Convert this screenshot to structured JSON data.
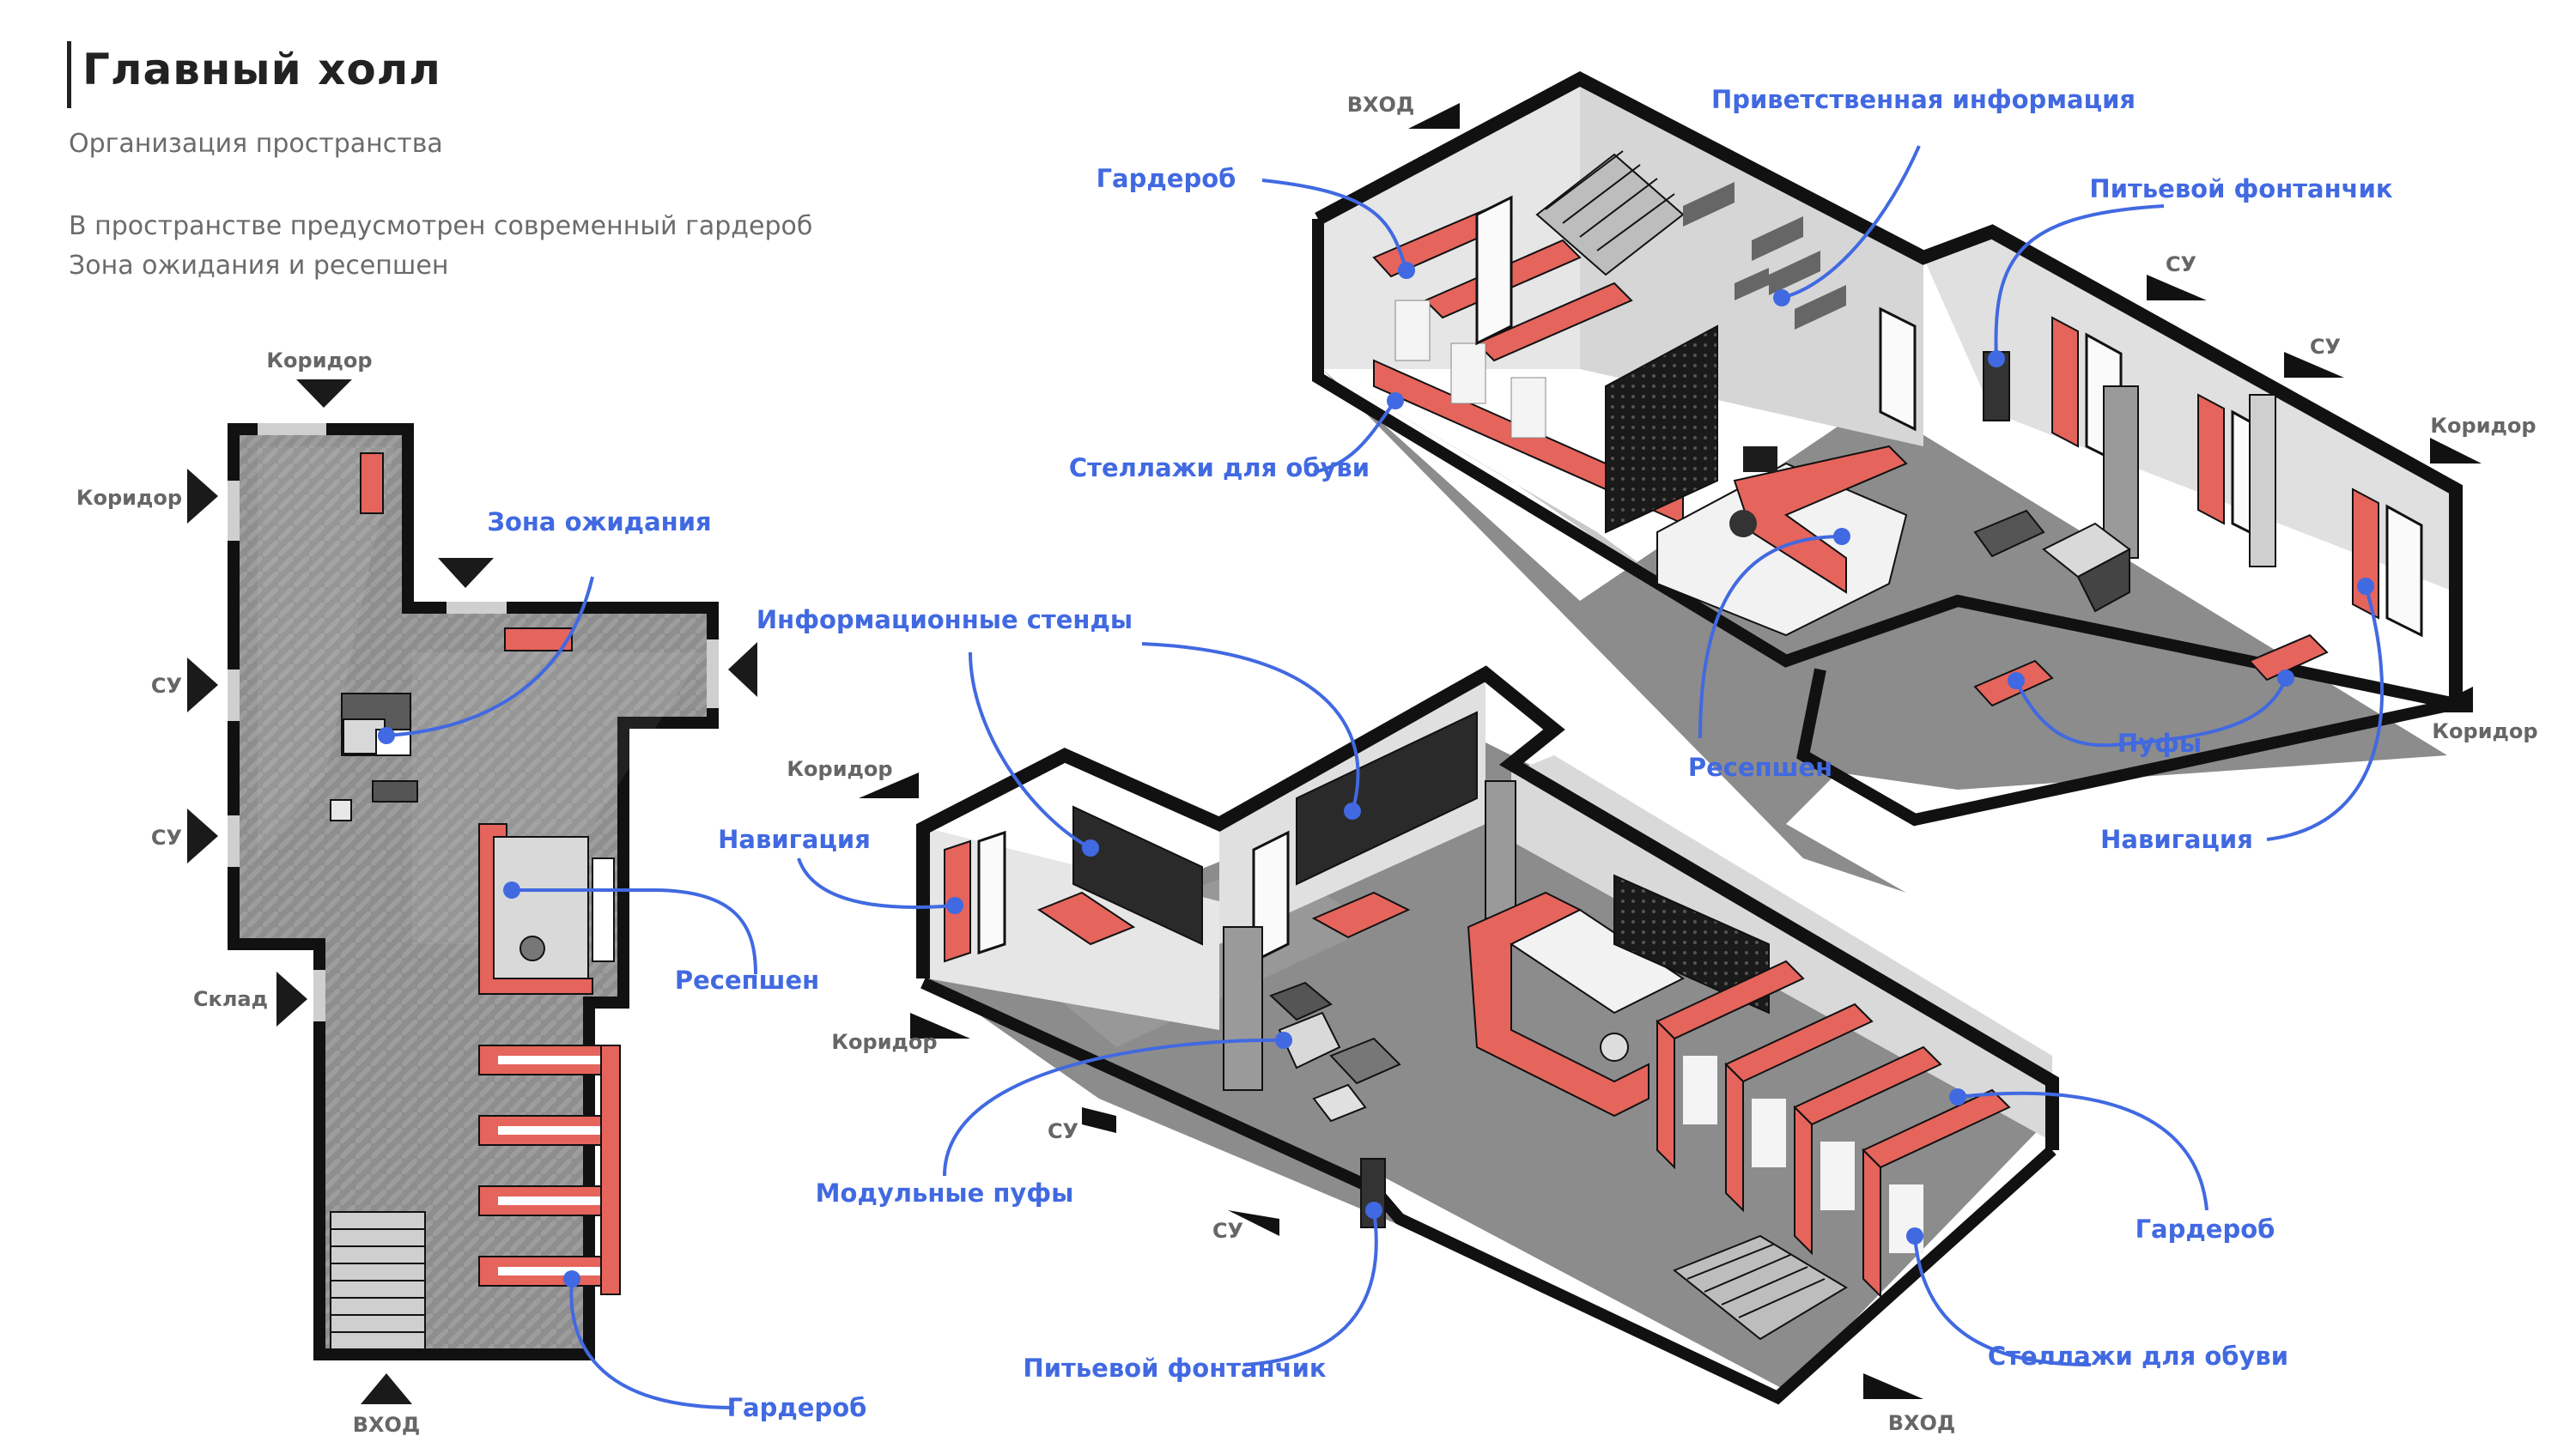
{
  "header": {
    "title": "Главный холл",
    "subtitle": "Организация пространства",
    "description_line1": "В пространстве предусмотрен современный гардероб",
    "description_line2": "Зона ожидания и ресепшен"
  },
  "plan_labels": {
    "corridor_top": "Коридор",
    "corridor_left": "Коридор",
    "wc_1": "СУ",
    "wc_2": "СУ",
    "storage": "Склад",
    "entrance": "ВХОД",
    "waiting_zone": "Зона ожидания",
    "reception": "Ресепшен",
    "wardrobe": "Гардероб"
  },
  "top_iso_labels": {
    "entrance": "ВХОД",
    "welcome_info": "Приветственная информация",
    "wardrobe": "Гардероб",
    "drinking_fountain": "Питьевой фонтанчик",
    "wc_1": "СУ",
    "wc_2": "СУ",
    "corridor_1": "Коридор",
    "corridor_2": "Коридор",
    "shoe_racks": "Стеллажи для обуви",
    "reception": "Ресепшен",
    "poufs": "Пуфы",
    "navigation": "Навигация"
  },
  "bottom_iso_labels": {
    "info_stands": "Информационные стенды",
    "corridor_1": "Коридор",
    "navigation": "Навигация",
    "corridor_2": "Коридор",
    "wc_1": "СУ",
    "wc_2": "СУ",
    "modular_poufs": "Модульные пуфы",
    "drinking_fountain": "Питьевой фонтанчик",
    "wardrobe": "Гардероб",
    "shoe_racks": "Стеллажи для обуви",
    "entrance": "ВХОД"
  },
  "colors": {
    "callout": "#4169e1",
    "accent_red": "#e5645c",
    "wall": "#111111",
    "floor": "#8c8c8c",
    "floor_light": "#a8a8a8",
    "wall_face": "#e4e4e4",
    "title": "#222222",
    "muted_text": "#6b6b6b"
  }
}
